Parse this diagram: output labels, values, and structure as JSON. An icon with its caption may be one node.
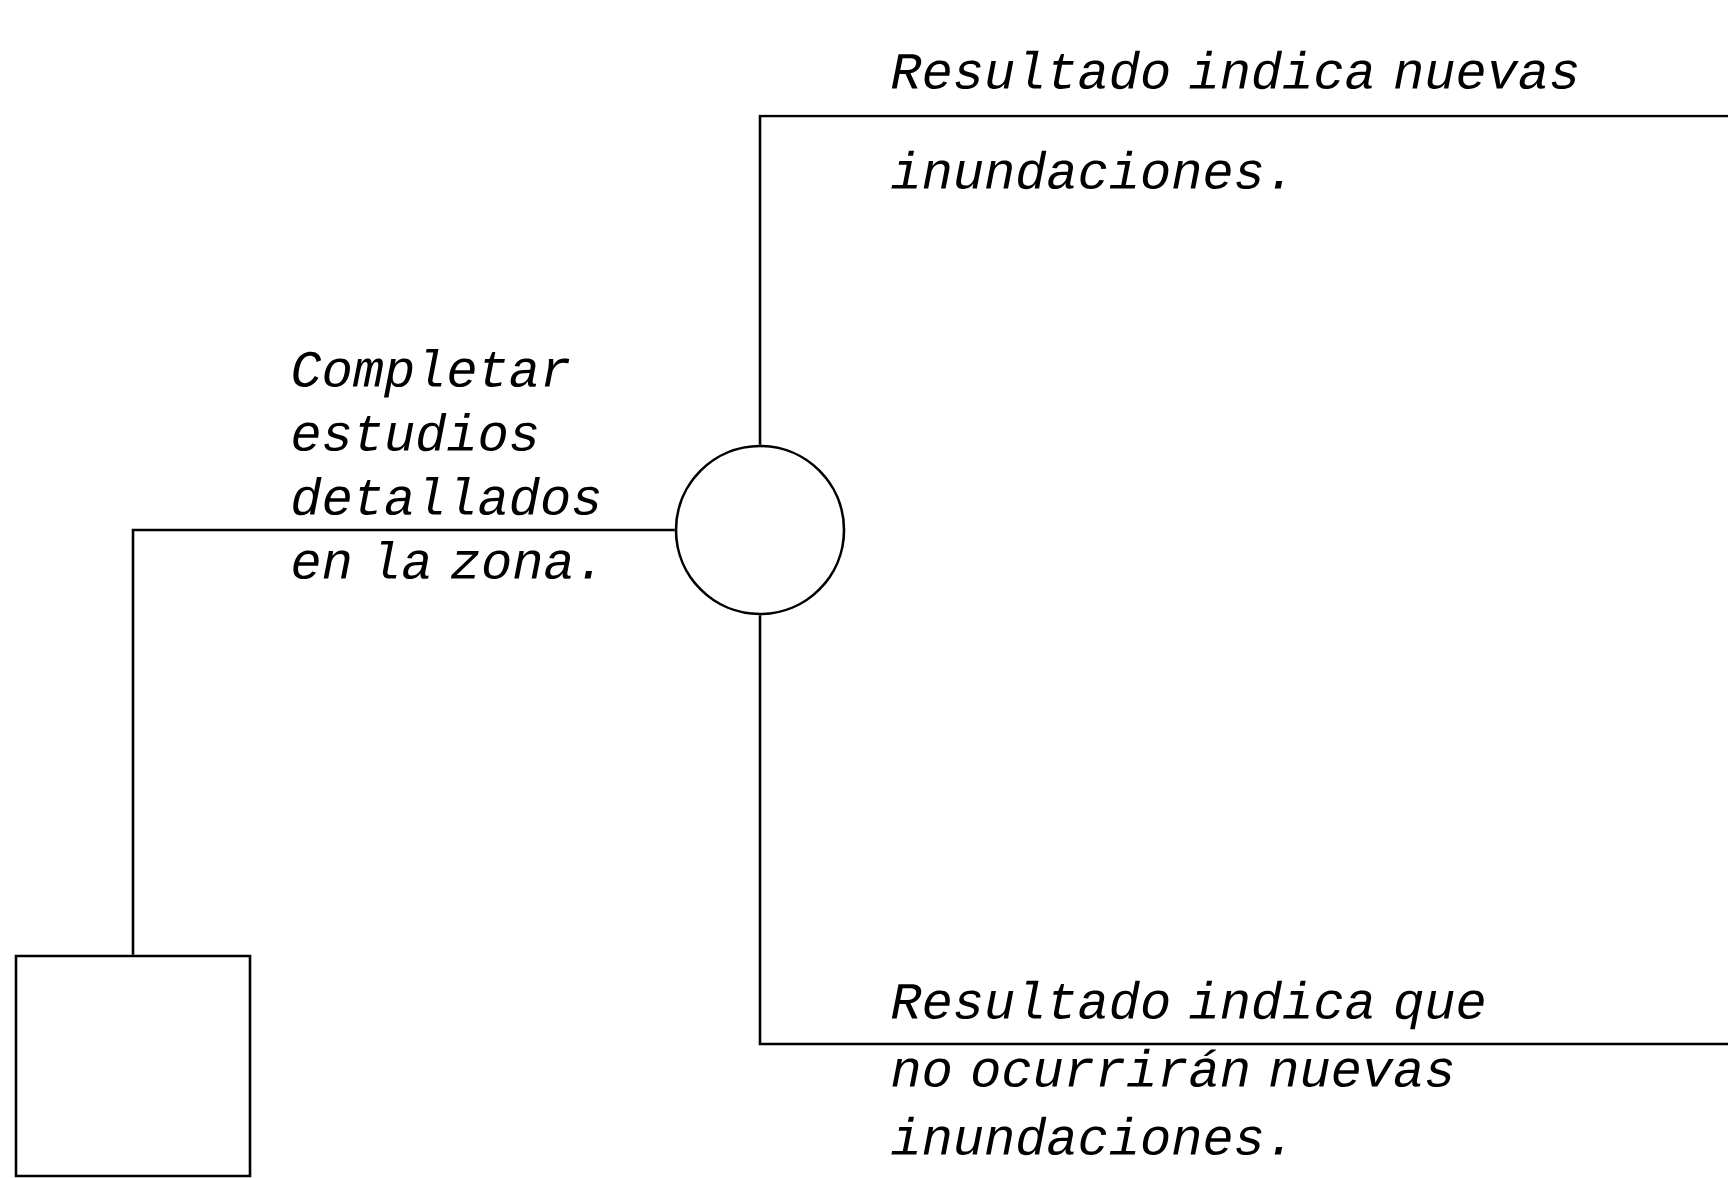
{
  "diagram": {
    "nodes": [
      {
        "text": [],
        "shape": "box"
      },
      {
        "text": [],
        "shape": "circle"
      }
    ],
    "edges": [
      {
        "from": 0,
        "to": 1,
        "arrow": "none",
        "label": "Completar estudios detallados en la zona."
      },
      {
        "from": 1,
        "to": null,
        "arrow": "none",
        "label": "Resultado indica nuevas inundaciones."
      },
      {
        "from": 1,
        "to": null,
        "arrow": "none",
        "label": "Resultado indica que no ocurrirán nuevas inundaciones."
      }
    ]
  }
}
